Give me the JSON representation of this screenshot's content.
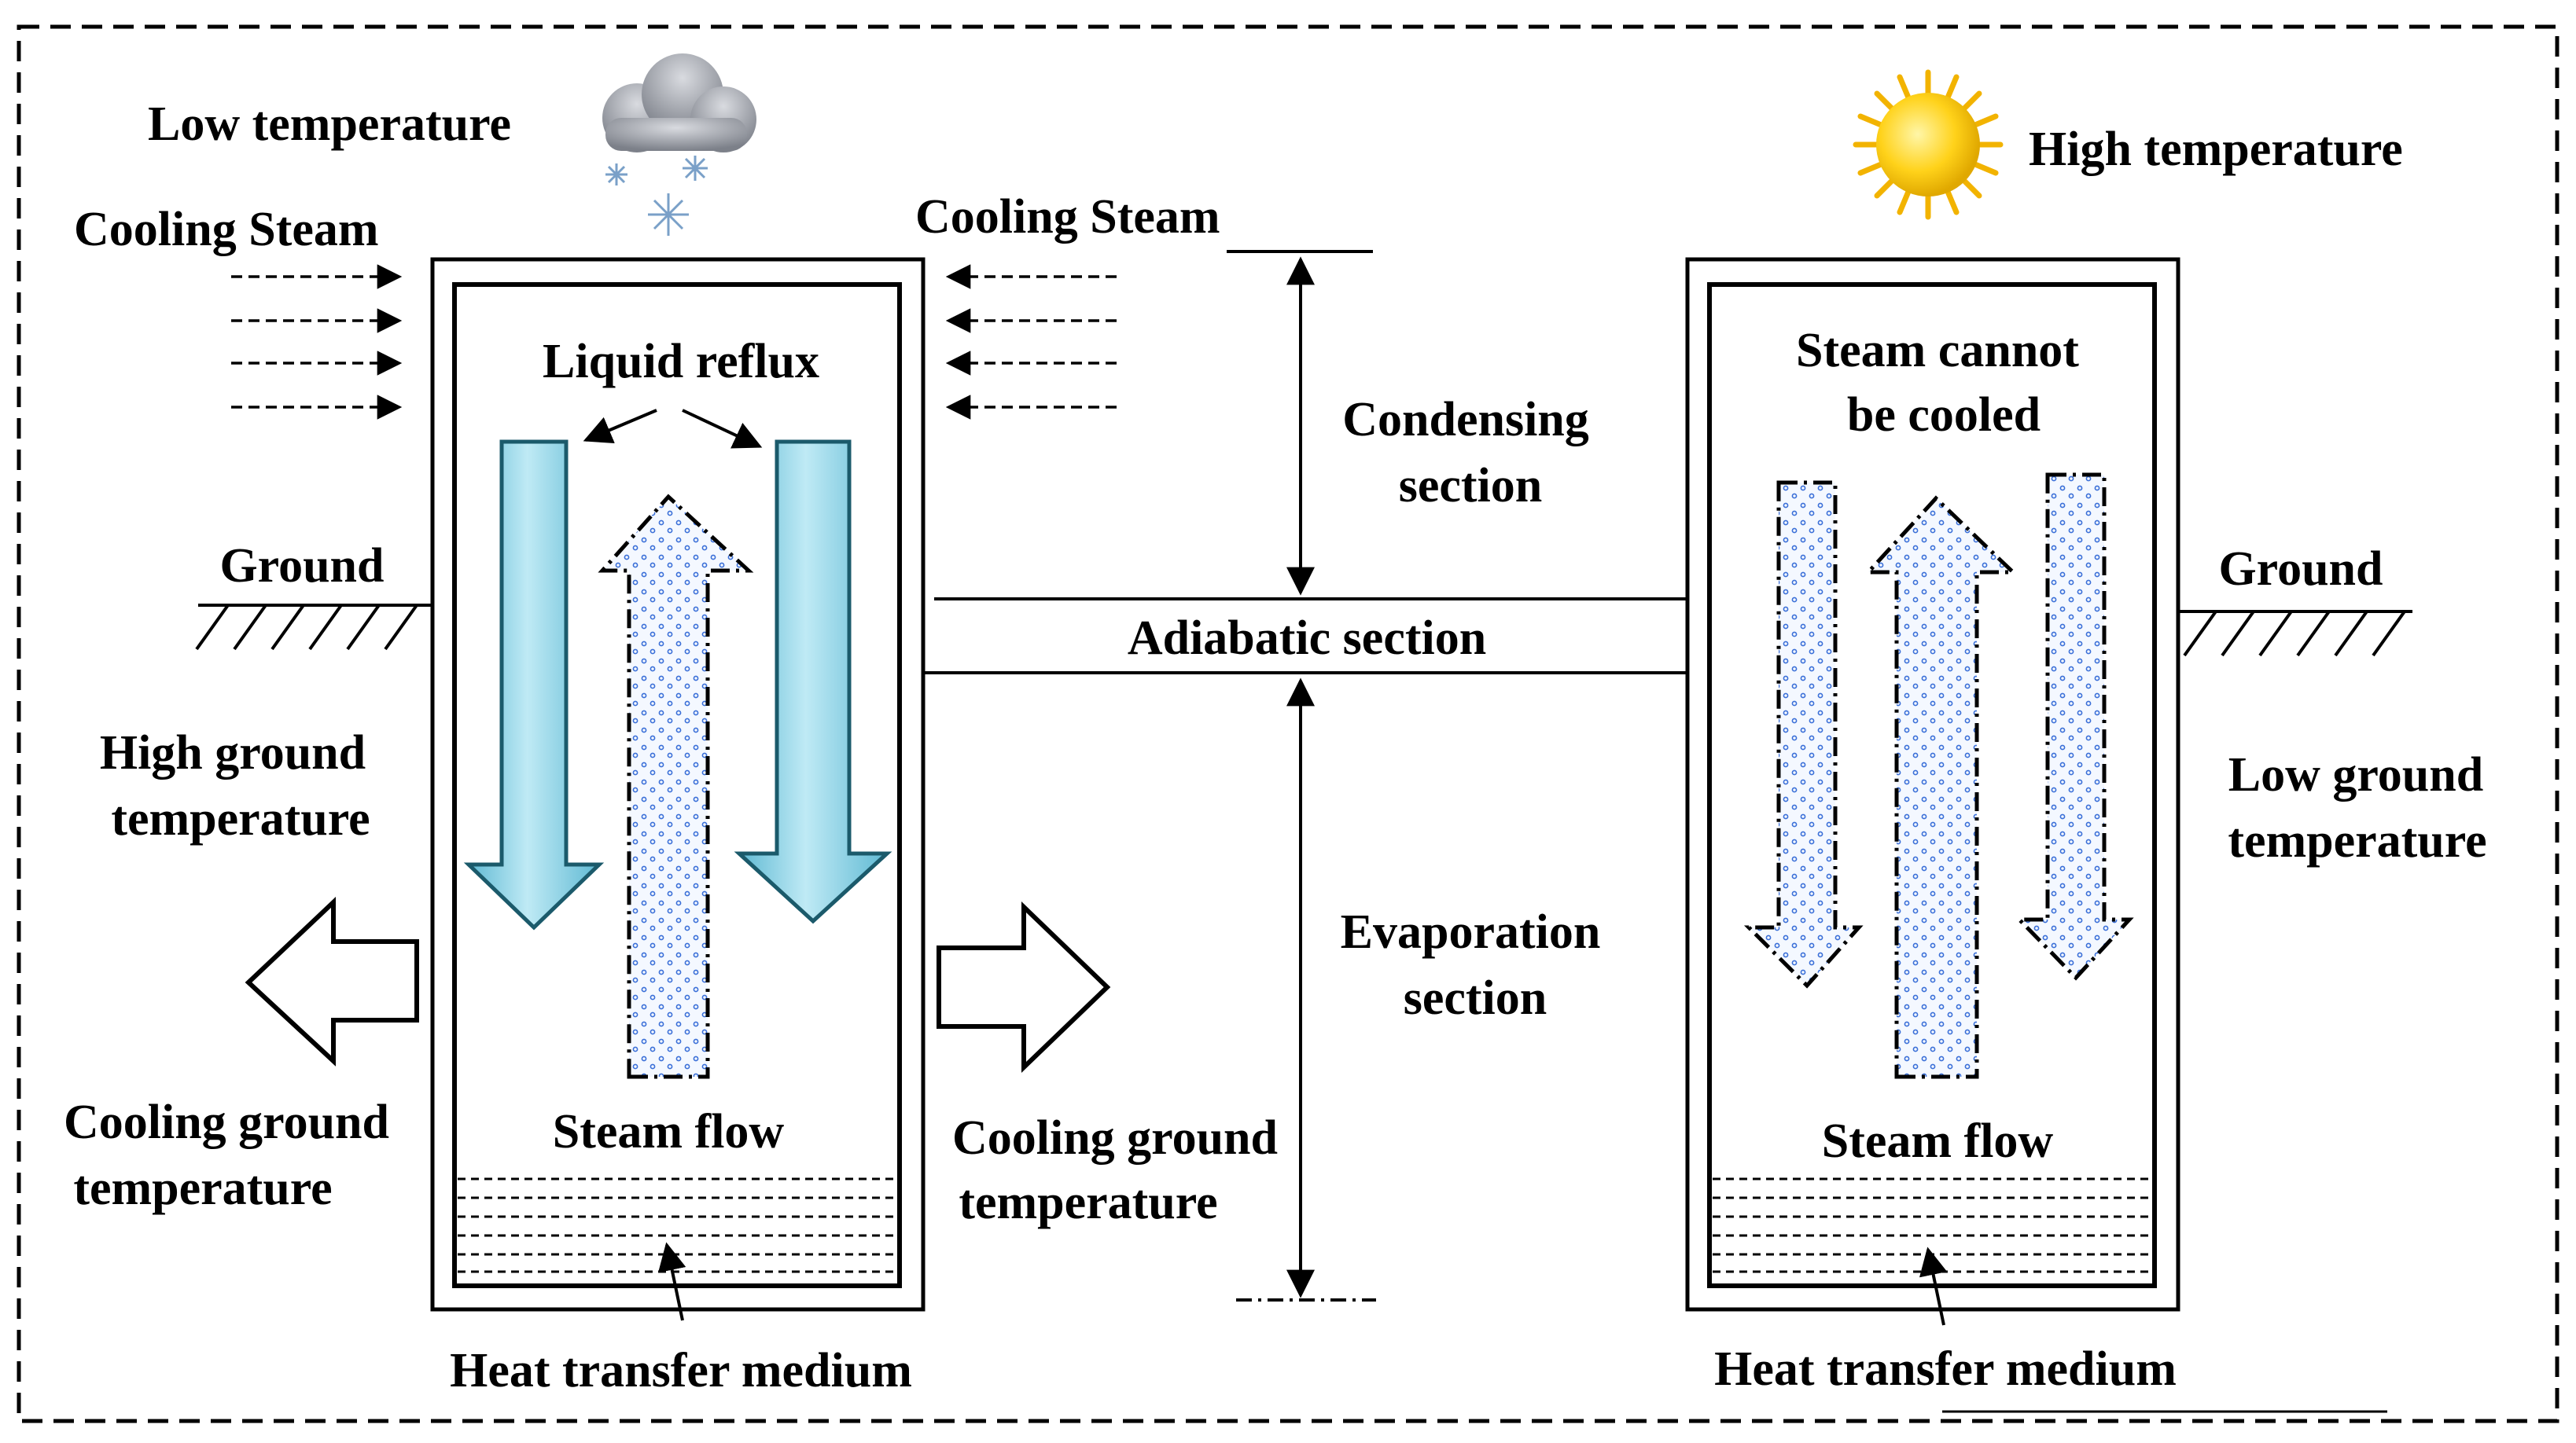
{
  "labels": {
    "low_temperature": "Low temperature",
    "high_temperature": "High temperature",
    "cooling_steam": "Cooling Steam",
    "liquid_reflux": "Liquid reflux",
    "ground": "Ground",
    "high_ground_temperature_line1": "High ground",
    "high_ground_temperature_line2": "temperature",
    "low_ground_temperature_line1": "Low ground",
    "low_ground_temperature_line2": "temperature",
    "cooling_ground_temperature_line1": "Cooling ground",
    "cooling_ground_temperature_line2": "temperature",
    "steam_flow": "Steam flow",
    "heat_transfer_medium": "Heat transfer medium",
    "condensing_section_line1": "Condensing",
    "condensing_section_line2": "section",
    "adiabatic_section": "Adiabatic section",
    "evaporation_section_line1": "Evaporation",
    "evaporation_section_line2": "section",
    "steam_cannot_be_cooled_line1": "Steam cannot",
    "steam_cannot_be_cooled_line2": "be cooled"
  },
  "icons": {
    "weather_left": "snow-cloud-icon",
    "weather_right": "sun-icon"
  },
  "colors": {
    "liquid_arrow_fill": "#8fd3e6",
    "liquid_arrow_edge": "#1b5a6b",
    "steam_dots": "#3a6fd8",
    "sun": "#ffd21a",
    "cloud": "#8c8f96"
  }
}
